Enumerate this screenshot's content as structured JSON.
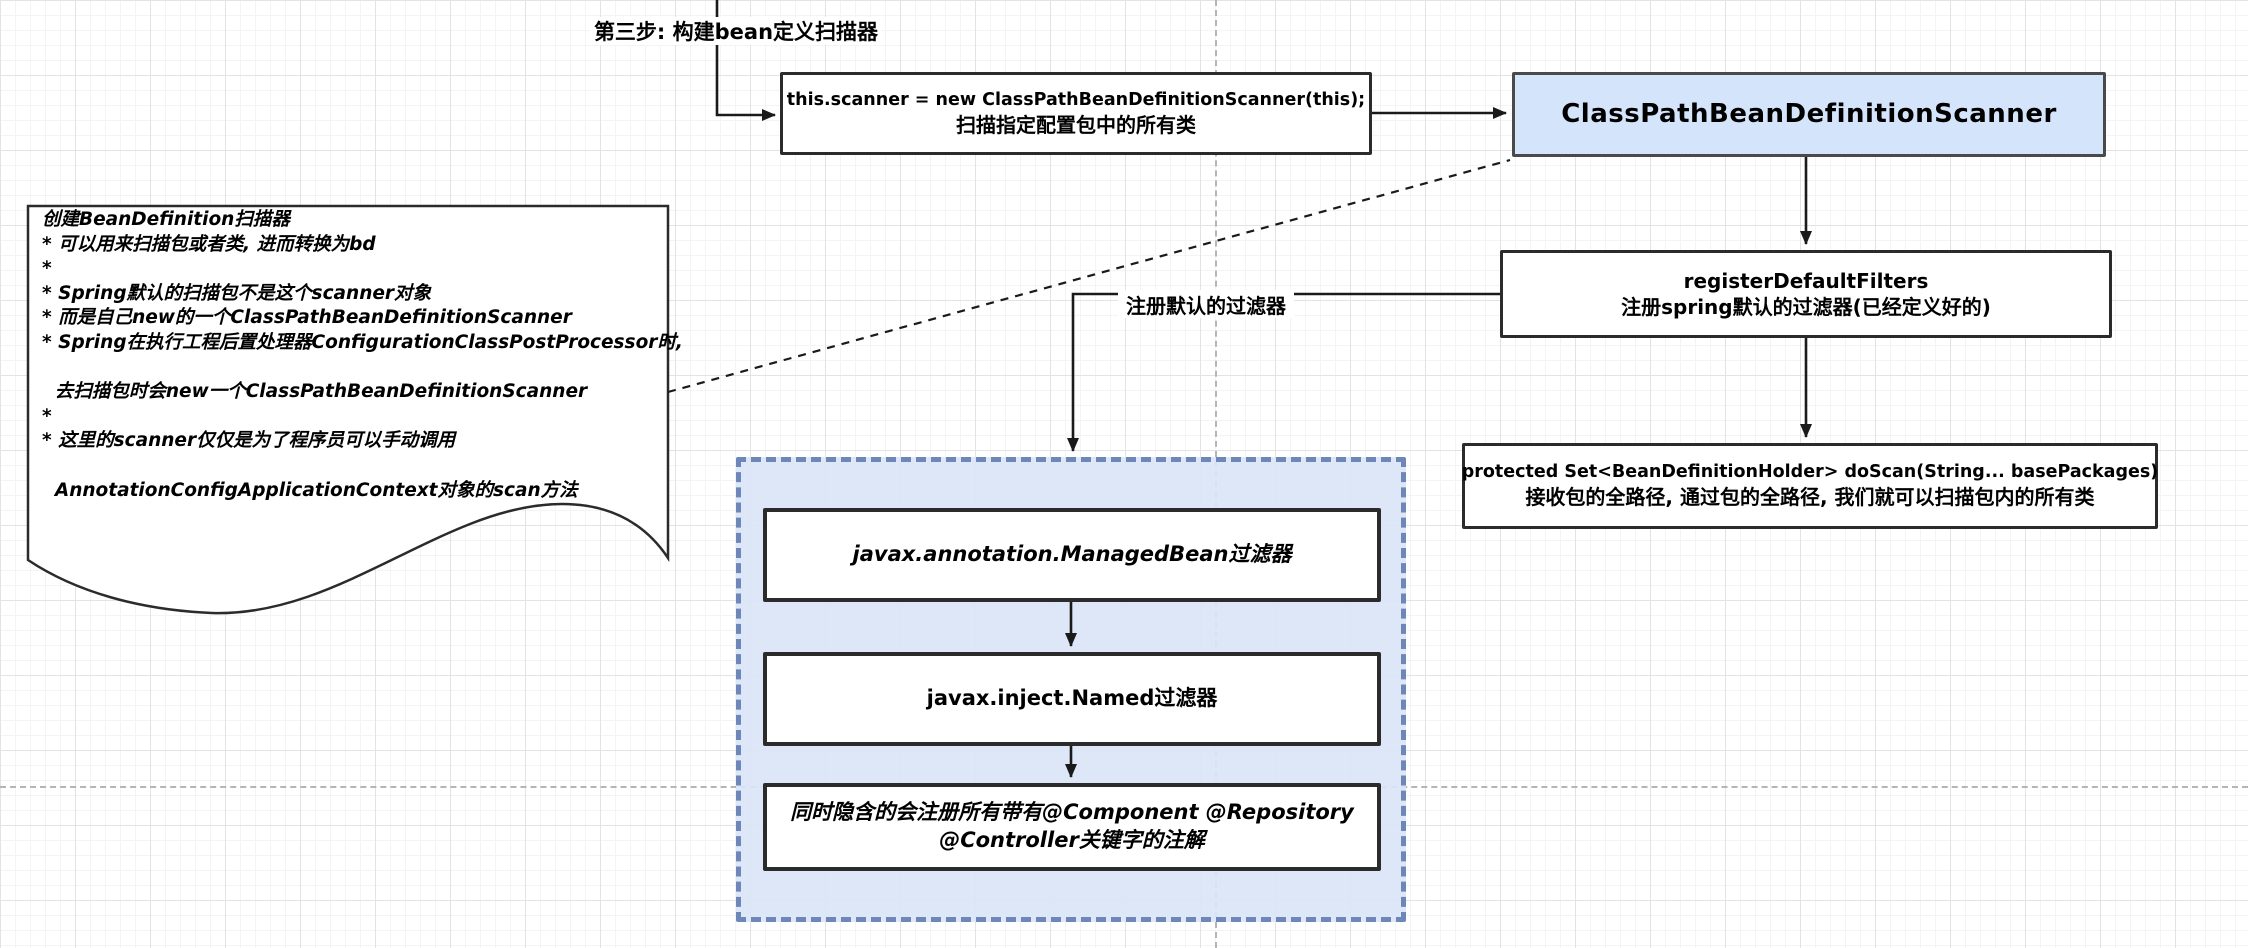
{
  "diagram": {
    "step_label": "第三步: 构建bean定义扫描器",
    "scanner_code_node": {
      "line1": "this.scanner = new ClassPathBeanDefinitionScanner(this);",
      "line2": "扫描指定配置包中的所有类"
    },
    "class_node": {
      "title": "ClassPathBeanDefinitionScanner"
    },
    "register_filters_node": {
      "line1": "registerDefaultFilters",
      "line2": "注册spring默认的过滤器(已经定义好的)"
    },
    "edge_label": "注册默认的过滤器",
    "do_scan_node": {
      "line1": "protected Set<BeanDefinitionHolder> doScan(String... basePackages)",
      "line2": "接收包的全路径, 通过包的全路径, 我们就可以扫描包内的所有类"
    },
    "note": {
      "lines": [
        "创建BeanDefinition扫描器",
        "* 可以用来扫描包或者类, 进而转换为bd",
        "*",
        "* Spring默认的扫描包不是这个scanner对象",
        "* 而是自己new的一个ClassPathBeanDefinitionScanner",
        "* Spring在执行工程后置处理器ConfigurationClassPostProcessor时,",
        "",
        "  去扫描包时会new一个ClassPathBeanDefinitionScanner",
        "*",
        "* 这里的scanner仅仅是为了程序员可以手动调用",
        "",
        "  AnnotationConfigApplicationContext对象的scan方法"
      ]
    },
    "filters_group": {
      "filter1": "javax.annotation.ManagedBean过滤器",
      "filter2": "javax.inject.Named过滤器",
      "filter3_line1": "同时隐含的会注册所有带有@Component @Repository",
      "filter3_line2": "@Controller关键字的注解"
    },
    "colors": {
      "node_fill_blue": "#d4e4fa",
      "container_fill": "#dbe5f6",
      "container_border": "#6d87b8",
      "node_border_dark": "#2b2b2b",
      "page_boundary_line": "#b5b5b5",
      "connector": "#1a1a1a"
    }
  }
}
